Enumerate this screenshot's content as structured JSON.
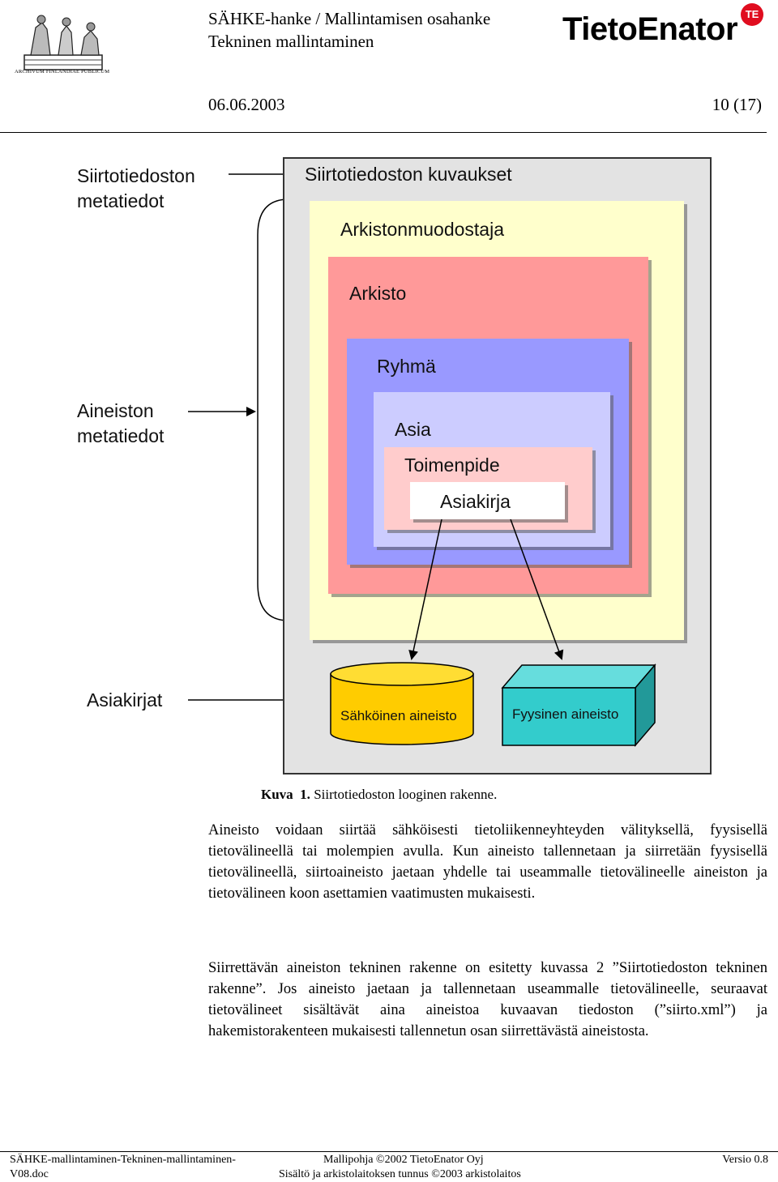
{
  "header": {
    "title_line1": "SÄHKE-hanke / Mallintamisen osahanke",
    "title_line2": "Tekninen mallintaminen",
    "date": "06.06.2003",
    "page": "10 (17)",
    "logo_text": "TietoEnator",
    "logo_badge": "TE",
    "emblem_caption": "ARCHIVUM FINLANDIAE PUBLICUM"
  },
  "diagram": {
    "left_labels": {
      "transfer_meta_line1": "Siirtotiedoston",
      "transfer_meta_line2": "metatiedot",
      "material_meta_line1": "Aineiston",
      "material_meta_line2": "metatiedot",
      "documents": "Asiakirjat"
    },
    "levels": {
      "transfer_descriptions": "Siirtotiedoston kuvaukset",
      "archive_creator": "Arkistonmuodostaja",
      "archive": "Arkisto",
      "group": "Ryhmä",
      "case": "Asia",
      "action": "Toimenpide",
      "document": "Asiakirja"
    },
    "storage": {
      "electronic": "Sähköinen aineisto",
      "physical": "Fyysinen aineisto"
    },
    "colors": {
      "outer": "#e3e3e3",
      "archive_creator": "#ffffcc",
      "archive": "#ff9999",
      "group": "#9999ff",
      "case": "#ccccff",
      "action": "#ffcccc",
      "document": "#ffffff",
      "electronic": "#ffcc00",
      "physical": "#33cccc"
    }
  },
  "caption": {
    "label": "Kuva  1.",
    "text": "Siirtotiedoston looginen rakenne."
  },
  "paragraphs": [
    "Aineisto voidaan siirtää sähköisesti tietoliikenneyhteyden välityksellä, fyysisellä tietovälineellä tai molempien avulla. Kun aineisto tallennetaan ja siirretään fyysisellä tietovälineellä, siirtoaineisto jaetaan yhdelle tai useammalle tietovälineelle aineiston ja tietovälineen koon asettamien vaatimusten mukaisesti.",
    "Siirrettävän aineiston tekninen rakenne on esitetty kuvassa 2 ”Siirtotiedoston tekninen rakenne”. Jos aineisto jaetaan ja tallennetaan useammalle tietovälineelle, seuraavat tietovälineet sisältävät aina aineistoa kuvaavan tiedoston (”siirto.xml”) ja hakemistorakenteen mukaisesti tallennetun osan siirrettävästä aineistosta."
  ],
  "footer": {
    "file_line1": "SÄHKE-mallintaminen-Tekninen-mallintaminen-",
    "file_line2": "V08.doc",
    "template": "Mallipohja ©2002 TietoEnator Oyj",
    "content_rights": "Sisältö ja arkistolaitoksen tunnus ©2003 arkistolaitos",
    "version": "Versio 0.8"
  }
}
